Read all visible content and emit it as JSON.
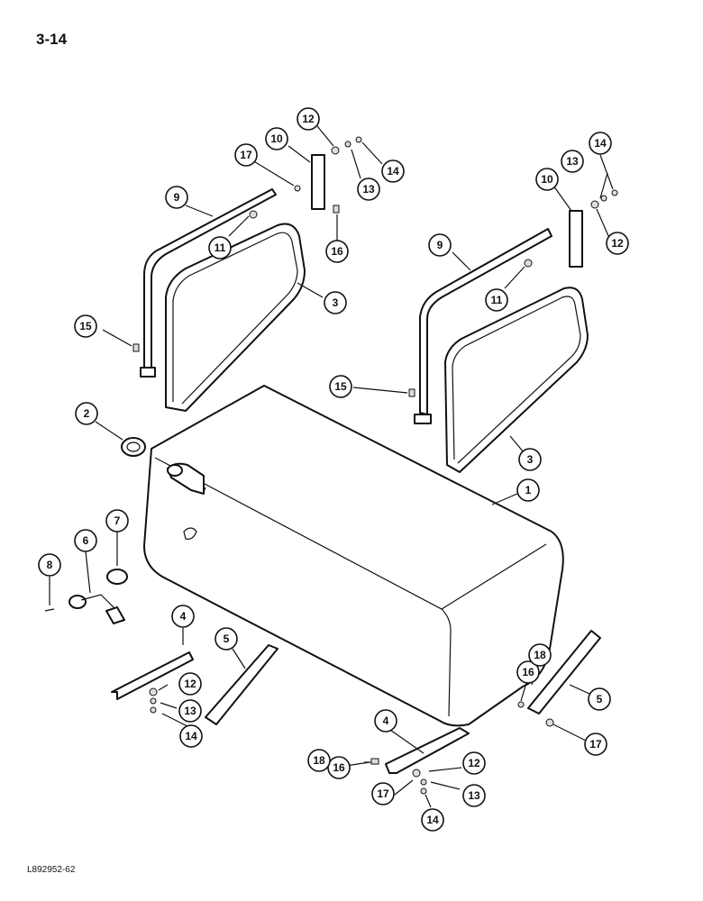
{
  "page_number": "3-14",
  "figure_code": "L892952-62",
  "callouts": [
    {
      "id": "c1",
      "text": "1"
    },
    {
      "id": "c2",
      "text": "2"
    },
    {
      "id": "c3a",
      "text": "3"
    },
    {
      "id": "c3b",
      "text": "3"
    },
    {
      "id": "c4a",
      "text": "4"
    },
    {
      "id": "c4b",
      "text": "4"
    },
    {
      "id": "c5a",
      "text": "5"
    },
    {
      "id": "c5b",
      "text": "5"
    },
    {
      "id": "c6",
      "text": "6"
    },
    {
      "id": "c7",
      "text": "7"
    },
    {
      "id": "c8",
      "text": "8"
    },
    {
      "id": "c9a",
      "text": "9"
    },
    {
      "id": "c9b",
      "text": "9"
    },
    {
      "id": "c10a",
      "text": "10"
    },
    {
      "id": "c10b",
      "text": "10"
    },
    {
      "id": "c11a",
      "text": "11"
    },
    {
      "id": "c11b",
      "text": "11"
    },
    {
      "id": "c12a",
      "text": "12"
    },
    {
      "id": "c12b",
      "text": "12"
    },
    {
      "id": "c12c",
      "text": "12"
    },
    {
      "id": "c12d",
      "text": "12"
    },
    {
      "id": "c13a",
      "text": "13"
    },
    {
      "id": "c13b",
      "text": "13"
    },
    {
      "id": "c13c",
      "text": "13"
    },
    {
      "id": "c13d",
      "text": "13"
    },
    {
      "id": "c14a",
      "text": "14"
    },
    {
      "id": "c14b",
      "text": "14"
    },
    {
      "id": "c14c",
      "text": "14"
    },
    {
      "id": "c14d",
      "text": "14"
    },
    {
      "id": "c15a",
      "text": "15"
    },
    {
      "id": "c15b",
      "text": "15"
    },
    {
      "id": "c16a",
      "text": "16"
    },
    {
      "id": "c16b",
      "text": "16"
    },
    {
      "id": "c16c",
      "text": "16"
    },
    {
      "id": "c17a",
      "text": "17"
    },
    {
      "id": "c17b",
      "text": "17"
    },
    {
      "id": "c17c",
      "text": "17"
    },
    {
      "id": "c18a",
      "text": "18"
    },
    {
      "id": "c18b",
      "text": "18"
    }
  ]
}
